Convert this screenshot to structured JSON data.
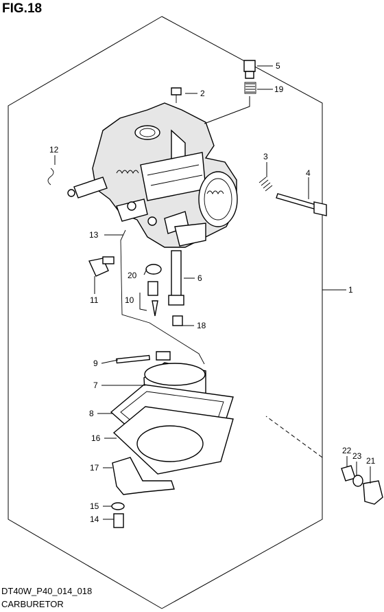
{
  "figure": {
    "title": "FIG.18",
    "code": "DT40W_P40_014_018",
    "caption": "CARBURETOR"
  },
  "callouts": {
    "c1": "1",
    "c2": "2",
    "c3": "3",
    "c4": "4",
    "c5": "5",
    "c6": "6",
    "c7": "7",
    "c8": "8",
    "c9": "9",
    "c10": "10",
    "c11": "11",
    "c12": "12",
    "c13": "13",
    "c14": "14",
    "c15": "15",
    "c16": "16",
    "c17": "17",
    "c18": "18",
    "c19": "19",
    "c20": "20",
    "c21": "21",
    "c22": "22",
    "c23": "23"
  }
}
